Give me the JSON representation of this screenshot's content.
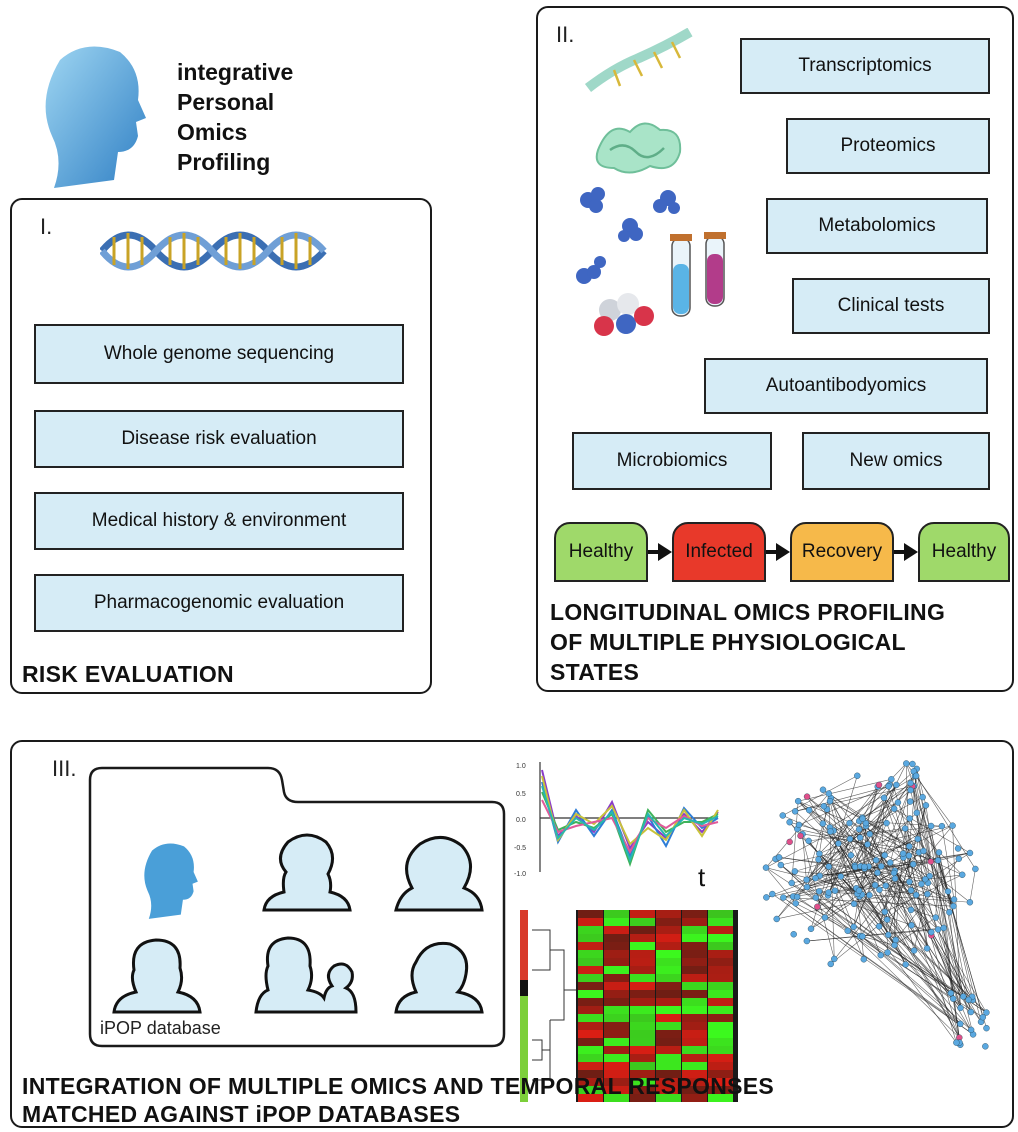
{
  "title": [
    "integrative",
    "Personal",
    "Omics",
    "Profiling"
  ],
  "panel1": {
    "roman": "I.",
    "boxes": [
      "Whole genome sequencing",
      "Disease risk evaluation",
      "Medical history & environment",
      "Pharmacogenomic evaluation"
    ],
    "caption": "RISK EVALUATION"
  },
  "panel2": {
    "roman": "II.",
    "boxes": [
      "Transcriptomics",
      "Proteomics",
      "Metabolomics",
      "Clinical tests",
      "Autoantibodyomics",
      "Microbiomics",
      "New omics"
    ],
    "states": [
      "Healthy",
      "Infected",
      "Recovery",
      "Healthy"
    ],
    "state_colors": [
      "#9fd96a",
      "#e8392a",
      "#f6b94a",
      "#9fd96a"
    ],
    "caption": [
      "LONGITUDINAL OMICS PROFILING",
      "OF MULTIPLE PHYSIOLOGICAL",
      "STATES"
    ]
  },
  "panel3": {
    "roman": "III.",
    "db_label": "iPOP database",
    "time_label": "t",
    "caption": [
      "INTEGRATION OF MULTIPLE OMICS AND TEMPORAL RESPONSES",
      "MATCHED AGAINST iPOP DATABASES"
    ]
  },
  "colors": {
    "box_fill": "#d6ecf6",
    "head": "#4a9fd8"
  }
}
